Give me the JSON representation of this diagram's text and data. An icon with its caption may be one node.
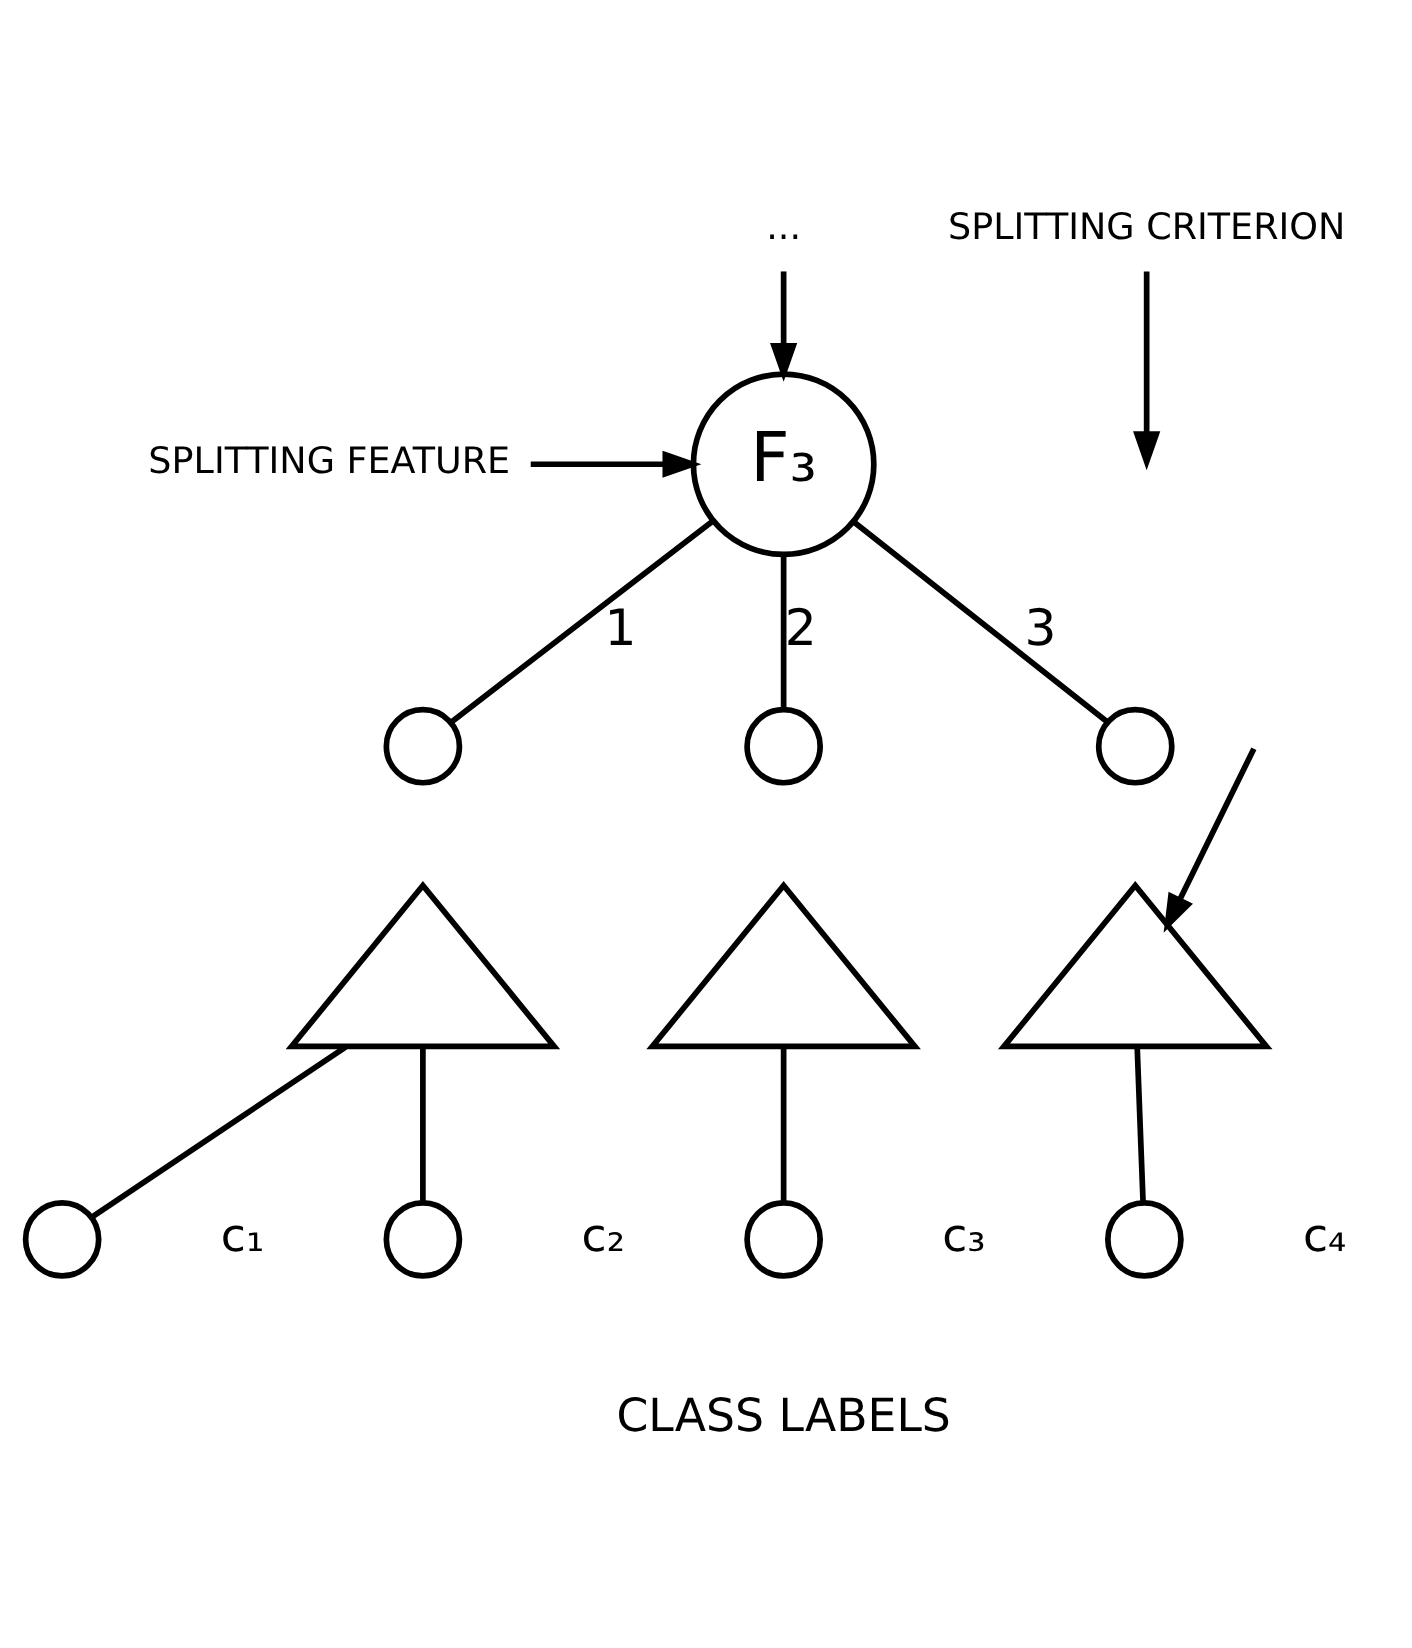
{
  "diagram": {
    "nodes": [
      {
        "text": [
          "..."
        ]
      },
      {
        "text": [
          "F₃"
        ]
      },
      {
        "text": [
          "SPLITTING FEATURE"
        ]
      },
      {
        "text": [
          "SPLITTING CRITERION"
        ]
      },
      {
        "text": [],
        "shape": "circle"
      },
      {
        "text": [],
        "shape": "circle"
      },
      {
        "text": [],
        "shape": "circle"
      },
      {
        "text": [],
        "shape": "triangle"
      },
      {
        "text": [],
        "shape": "triangle"
      },
      {
        "text": [],
        "shape": "triangle"
      },
      {
        "text": [],
        "shape": "circle",
        "beside": [
          "c₁"
        ]
      },
      {
        "text": [],
        "shape": "circle",
        "beside": [
          "c₂"
        ]
      },
      {
        "text": [],
        "shape": "circle",
        "beside": [
          "c₃"
        ]
      },
      {
        "text": [],
        "shape": "circle",
        "beside": [
          "c₄"
        ]
      }
    ],
    "edges": [
      {
        "from": 0,
        "to": 1,
        "arrow": "to"
      },
      {
        "from": 2,
        "to": 1,
        "arrow": "to"
      },
      {
        "from": 3,
        "to": null,
        "arrow": "to"
      },
      {
        "from": 1,
        "to": 4,
        "arrow": "none",
        "label": "1"
      },
      {
        "from": 1,
        "to": 5,
        "arrow": "none",
        "label": "2"
      },
      {
        "from": 1,
        "to": 6,
        "arrow": "none",
        "label": "3"
      },
      {
        "from": 7,
        "to": 10,
        "arrow": "none"
      },
      {
        "from": 7,
        "to": 11,
        "arrow": "none"
      },
      {
        "from": 8,
        "to": 12,
        "arrow": "none"
      },
      {
        "from": 9,
        "to": 13,
        "arrow": "none"
      },
      {
        "from": null,
        "to": 9,
        "arrow": "to"
      }
    ],
    "labels": [
      "CLASS LABELS"
    ]
  }
}
